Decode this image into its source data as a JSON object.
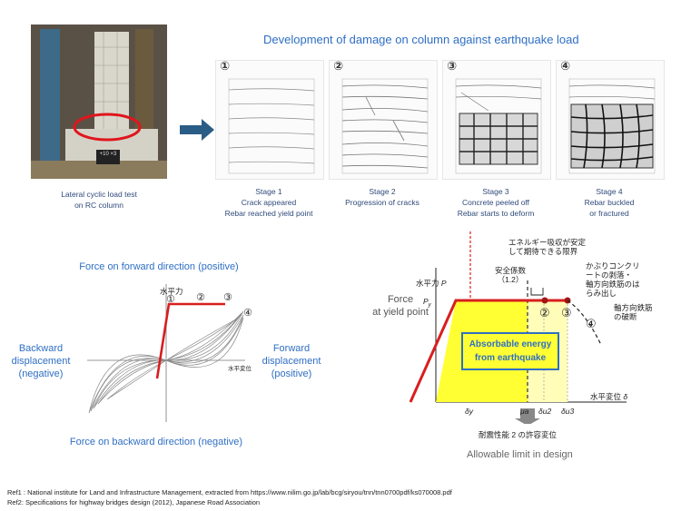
{
  "header": {
    "title": "Development of damage on column against earthquake load"
  },
  "photo": {
    "caption_line1": "Lateral cyclic load test",
    "caption_line2": "on RC column",
    "plate_text": "+10 ×3"
  },
  "stages": [
    {
      "num": "①",
      "label": "Stage 1",
      "desc1": "Crack  appeared",
      "desc2": "Rebar reached yield point"
    },
    {
      "num": "②",
      "label": "Stage 2",
      "desc1": "Progression of cracks",
      "desc2": ""
    },
    {
      "num": "③",
      "label": "Stage 3",
      "desc1": "Concrete peeled off",
      "desc2": "Rebar starts to deform"
    },
    {
      "num": "④",
      "label": "Stage 4",
      "desc1": "Rebar buckled",
      "desc2": "or fractured"
    }
  ],
  "hysteresis": {
    "top_label": "Force on forward direction (positive)",
    "bottom_label": "Force on backward direction (negative)",
    "left_label_1": "Backward",
    "left_label_2": "displacement",
    "left_label_3": "(negative)",
    "right_label_1": "Forward",
    "right_label_2": "displacement",
    "right_label_3": "(positive)",
    "axis_y_jp": "水平力",
    "axis_x_jp": "水平変位",
    "marks": [
      "①",
      "②",
      "③",
      "④"
    ]
  },
  "capacity": {
    "force_label_1": "Force",
    "force_label_2": "at yield point",
    "y_axis_jp": "水平力",
    "y_axis_sym": "P",
    "py": "P",
    "x_axis_jp": "水平変位",
    "x_axis_sym": "δ",
    "ticks": [
      "δy",
      "μa",
      "δu2",
      "δu3"
    ],
    "box_line1": "Absorbable energy",
    "box_line2": "from earthquake",
    "safety_jp": "安全係数",
    "safety_val": "（1.2）",
    "energy_jp_1": "エネルギー吸収が安定",
    "energy_jp_2": "して期待できる限界",
    "cover_jp_1": "かぶりコンクリ",
    "cover_jp_2": "ートの剥落・",
    "cover_jp_3": "軸方向鉄筋のは",
    "cover_jp_4": "らみ出し",
    "rebar_jp_1": "軸方向鉄筋",
    "rebar_jp_2": "の破断",
    "seismic_jp": "耐震性能 2 の許容変位",
    "allowable_label": "Allowable limit in design",
    "marks": [
      "②",
      "③",
      "④"
    ]
  },
  "refs": [
    "Ref1 : National institute for Land and Infrastructure Management, extracted from https://www.nilim.go.jp/lab/bcg/siryou/tnn/tnn0700pdf/ks070008.pdf",
    "Ref2: Specifications for highway bridges design (2012), Japanese Road Association"
  ],
  "colors": {
    "accent_blue": "#2f6fc4",
    "red": "#d81e1e",
    "yellow": "#ffff33",
    "arrow": "#2a5d86"
  }
}
